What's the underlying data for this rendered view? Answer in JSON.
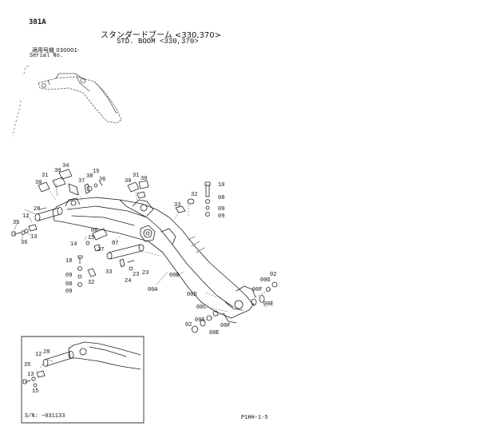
{
  "header": {
    "page_code": "381A",
    "title_ja": "スタンダードブーム <330,370>",
    "title_en": "STD. BOOM <330,370>",
    "serial_label_ja": "適用号機 030001-",
    "serial_label_en": "Serial No."
  },
  "callouts": {
    "c34": "34",
    "c30a": "30",
    "c31a": "31",
    "c30b": "30",
    "c37": "37",
    "c38": "38",
    "c15a": "15",
    "c36a": "36",
    "c30c": "30",
    "c31b": "31",
    "c30d": "30",
    "c10a": "10",
    "c08": "08",
    "c09a": "09",
    "c09b": "09",
    "c32": "32",
    "c33a": "33",
    "c28": "28",
    "c12": "12",
    "c35": "35",
    "c13": "13",
    "c36b": "36",
    "c06": "06",
    "c15b": "15",
    "c14": "14",
    "c27": "27",
    "c07": "07",
    "c10b": "10",
    "c09c": "09",
    "c08b": "08",
    "c09d": "09",
    "c32b": "32",
    "c33b": "33",
    "c24": "24",
    "c23a": "23",
    "c23b": "23",
    "c00a": "00A",
    "c00b": "00B",
    "c00d": "00D",
    "c00c": "00C",
    "c00f": "00F",
    "c00g": "00G",
    "c02a": "02",
    "c00e": "00E",
    "c00g2": "00G",
    "c02b": "02",
    "c00f2": "00F",
    "c00e2": "00E",
    "i35": "35",
    "i12": "12",
    "i28": "28",
    "i13": "13",
    "i15": "15"
  },
  "inset": {
    "serial_note": "S/N: ~031133"
  },
  "footer": {
    "page_ref": "P1HH-1-5"
  }
}
